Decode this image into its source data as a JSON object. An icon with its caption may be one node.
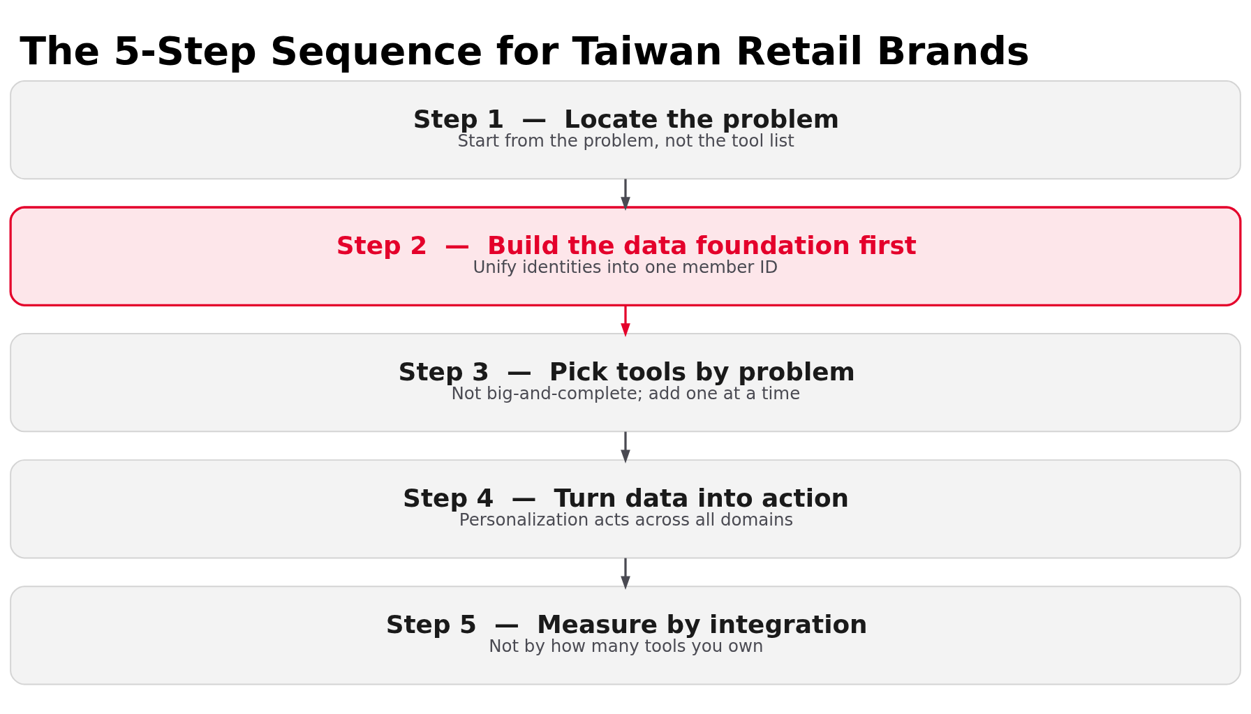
{
  "diagram": {
    "title": "The 5-Step Sequence for Taiwan Retail Brands",
    "nodes": [
      {
        "text": [
          "Step 1  —  Locate the problem",
          "Start from the problem, not the tool list"
        ]
      },
      {
        "text": [
          "Step 2  —  Build the data foundation first",
          "Unify identities into one member ID"
        ]
      },
      {
        "text": [
          "Step 3  —  Pick tools by problem",
          "Not big-and-complete; add one at a time"
        ]
      },
      {
        "text": [
          "Step 4  —  Turn data into action",
          "Personalization acts across all domains"
        ]
      },
      {
        "text": [
          "Step 5  —  Measure by integration",
          "Not by how many tools you own"
        ]
      }
    ],
    "edges": [
      {
        "from": 0,
        "to": 1,
        "arrow": "to"
      },
      {
        "from": 1,
        "to": 2,
        "arrow": "to",
        "color": "#e4002b"
      },
      {
        "from": 2,
        "to": 3,
        "arrow": "to"
      },
      {
        "from": 3,
        "to": 4,
        "arrow": "to"
      }
    ]
  }
}
